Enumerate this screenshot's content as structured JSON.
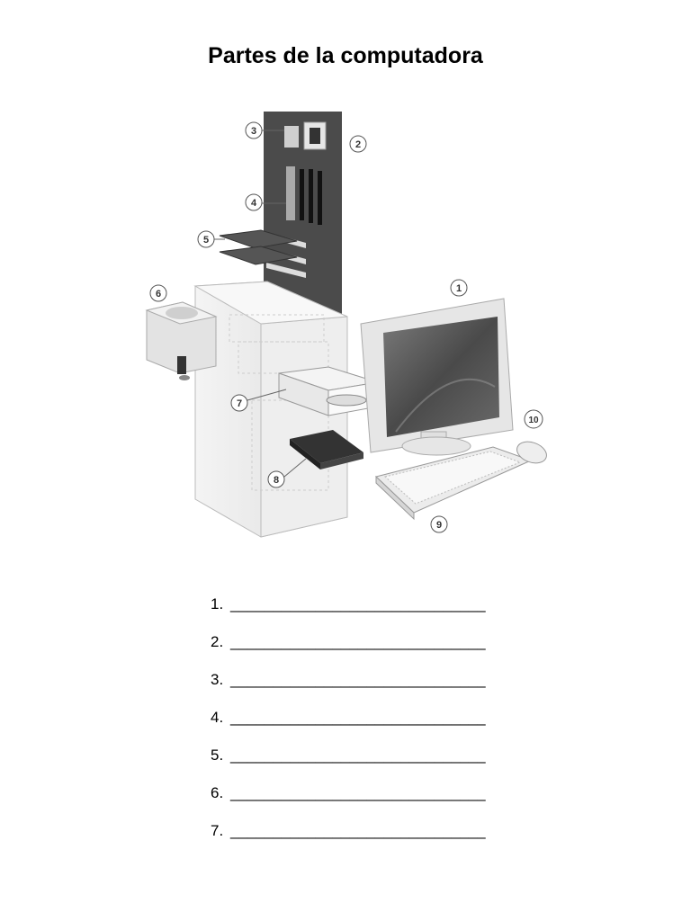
{
  "title": "Partes de la computadora",
  "callouts": [
    "1",
    "2",
    "3",
    "4",
    "5",
    "6",
    "7",
    "8",
    "9",
    "10"
  ],
  "list": [
    {
      "number": "1.",
      "blank": "______________________________"
    },
    {
      "number": "2.",
      "blank": "______________________________"
    },
    {
      "number": "3.",
      "blank": "______________________________"
    },
    {
      "number": "4.",
      "blank": "______________________________"
    },
    {
      "number": "5.",
      "blank": "______________________________"
    },
    {
      "number": "6.",
      "blank": "______________________________"
    },
    {
      "number": "7.",
      "blank": "______________________________"
    }
  ]
}
